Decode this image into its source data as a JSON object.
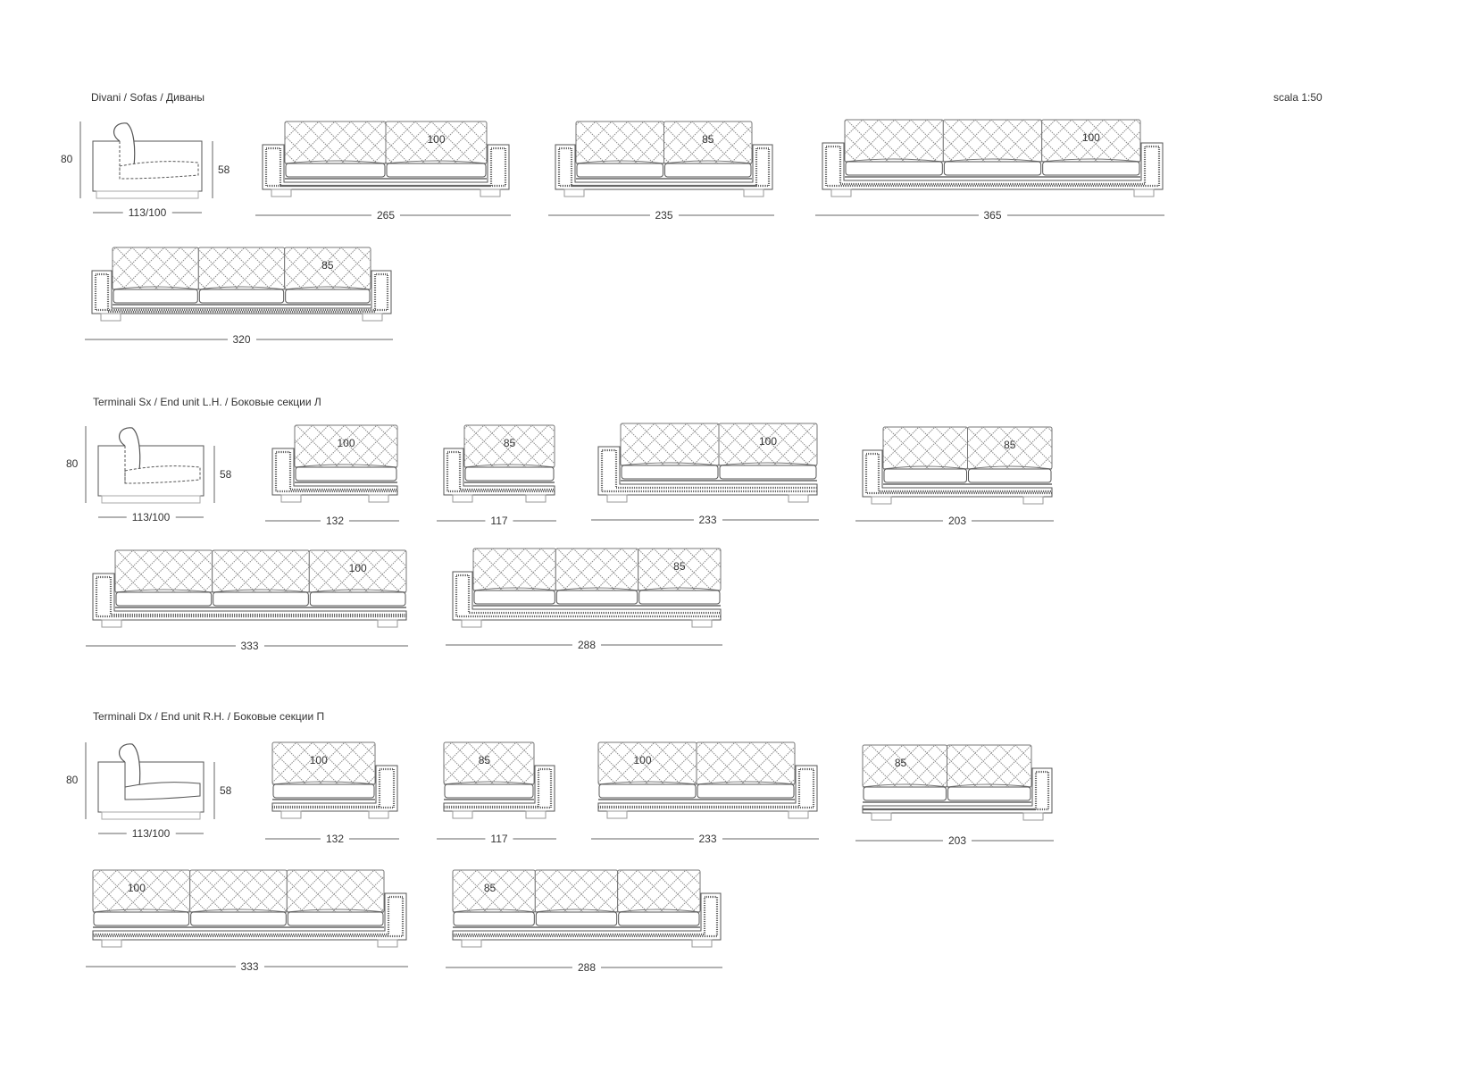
{
  "page": {
    "scale": "scala 1:50"
  },
  "sections": [
    {
      "id": "sofas",
      "title": "Divani / Sofas / Диваны",
      "side_view": {
        "height_total": "80",
        "seat_height": "58",
        "depth": "113/100"
      },
      "items": [
        {
          "width": "265",
          "back_depth": "100",
          "seats": 2,
          "arms": "both"
        },
        {
          "width": "235",
          "back_depth": "85",
          "seats": 2,
          "arms": "both"
        },
        {
          "width": "365",
          "back_depth": "100",
          "seats": 3,
          "arms": "both"
        },
        {
          "width": "320",
          "back_depth": "85",
          "seats": 3,
          "arms": "both"
        }
      ]
    },
    {
      "id": "end-left",
      "title": "Terminali Sx / End unit L.H. / Боковые секции Л",
      "side_view": {
        "height_total": "80",
        "seat_height": "58",
        "depth": "113/100"
      },
      "items": [
        {
          "width": "132",
          "back_depth": "100",
          "seats": 1,
          "arms": "left"
        },
        {
          "width": "117",
          "back_depth": "85",
          "seats": 1,
          "arms": "left"
        },
        {
          "width": "233",
          "back_depth": "100",
          "seats": 2,
          "arms": "left"
        },
        {
          "width": "203",
          "back_depth": "85",
          "seats": 2,
          "arms": "left"
        },
        {
          "width": "333",
          "back_depth": "100",
          "seats": 3,
          "arms": "left"
        },
        {
          "width": "288",
          "back_depth": "85",
          "seats": 3,
          "arms": "left"
        }
      ]
    },
    {
      "id": "end-right",
      "title": "Terminali Dx / End unit R.H. / Боковые секции П",
      "side_view": {
        "height_total": "80",
        "seat_height": "58",
        "depth": "113/100"
      },
      "items": [
        {
          "width": "132",
          "back_depth": "100",
          "seats": 1,
          "arms": "right"
        },
        {
          "width": "117",
          "back_depth": "85",
          "seats": 1,
          "arms": "right"
        },
        {
          "width": "233",
          "back_depth": "100",
          "seats": 2,
          "arms": "right"
        },
        {
          "width": "203",
          "back_depth": "85",
          "seats": 2,
          "arms": "right"
        },
        {
          "width": "333",
          "back_depth": "100",
          "seats": 3,
          "arms": "right"
        },
        {
          "width": "288",
          "back_depth": "85",
          "seats": 3,
          "arms": "right"
        }
      ]
    }
  ],
  "colors": {
    "line": "#555555",
    "quilt": "#8a8a8a",
    "dim_line": "#666666",
    "text": "#333333"
  }
}
